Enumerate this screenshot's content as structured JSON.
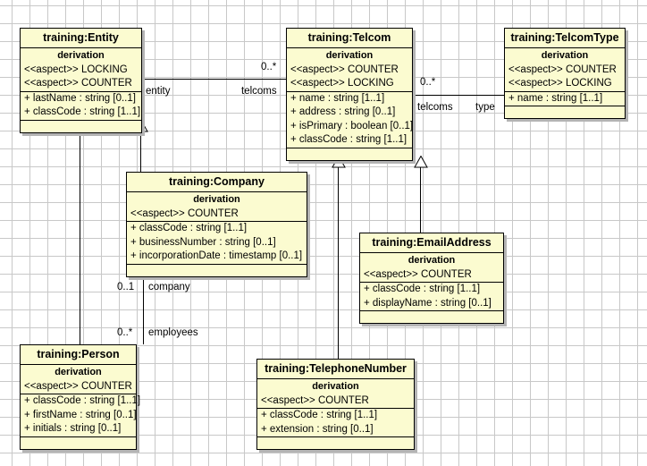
{
  "diagram": {
    "title": "UML Class Diagram",
    "background_color": "#ffffff",
    "grid_color": "#c8c8c8",
    "class_fill_color": "#fbfbd0",
    "class_border_color": "#000000",
    "shadow_color": "#b4b4b4"
  },
  "classes": [
    {
      "id": "entity",
      "name": "training:Entity",
      "compartment_label": "derivation",
      "stereotypes": [
        "<<aspect>> LOCKING",
        "<<aspect>> COUNTER"
      ],
      "attributes": [
        "+ lastName : string [0..1]",
        "+ classCode : string [1..1]"
      ]
    },
    {
      "id": "telcom",
      "name": "training:Telcom",
      "compartment_label": "derivation",
      "stereotypes": [
        "<<aspect>> COUNTER",
        "<<aspect>> LOCKING"
      ],
      "attributes": [
        "+ name : string [1..1]",
        "+ address : string [0..1]",
        "+ isPrimary : boolean [0..1]",
        "+ classCode : string [1..1]"
      ]
    },
    {
      "id": "telcomtype",
      "name": "training:TelcomType",
      "compartment_label": "derivation",
      "stereotypes": [
        "<<aspect>> COUNTER",
        "<<aspect>> LOCKING"
      ],
      "attributes": [
        "+ name : string [1..1]"
      ]
    },
    {
      "id": "company",
      "name": "training:Company",
      "compartment_label": "derivation",
      "stereotypes": [
        "<<aspect>> COUNTER"
      ],
      "attributes": [
        "+ classCode : string [1..1]",
        "+ businessNumber : string [0..1]",
        "+ incorporationDate : timestamp [0..1]"
      ]
    },
    {
      "id": "emailaddress",
      "name": "training:EmailAddress",
      "compartment_label": "derivation",
      "stereotypes": [
        "<<aspect>> COUNTER"
      ],
      "attributes": [
        "+ classCode : string [1..1]",
        "+ displayName : string [0..1]"
      ]
    },
    {
      "id": "person",
      "name": "training:Person",
      "compartment_label": "derivation",
      "stereotypes": [
        "<<aspect>> COUNTER"
      ],
      "attributes": [
        "+ classCode : string [1..1]",
        "+ firstName : string [0..1]",
        "+ initials : string [0..1]"
      ]
    },
    {
      "id": "telephonenumber",
      "name": "training:TelephoneNumber",
      "compartment_label": "derivation",
      "stereotypes": [
        "<<aspect>> COUNTER"
      ],
      "attributes": [
        "+ classCode : string [1..1]",
        "+ extension : string [0..1]"
      ]
    }
  ],
  "associations": [
    {
      "id": "entity-telcom",
      "source": "entity",
      "target": "telcom",
      "source_role": "entity",
      "target_role": "telcoms",
      "target_multiplicity": "0..*"
    },
    {
      "id": "telcom-telcomtype",
      "source": "telcom",
      "target": "telcomtype",
      "source_role": "telcoms",
      "target_role": "type",
      "target_multiplicity": "0..*"
    },
    {
      "id": "company-person",
      "source": "company",
      "target": "person",
      "source_role": "company",
      "source_multiplicity": "0..1",
      "target_role": "employees",
      "target_multiplicity": "0..*"
    }
  ],
  "generalizations": [
    {
      "id": "person-entity",
      "child": "person",
      "parent": "entity"
    },
    {
      "id": "company-entity",
      "child": "company",
      "parent": "entity"
    },
    {
      "id": "telephonenumber-telcom",
      "child": "telephonenumber",
      "parent": "telcom"
    },
    {
      "id": "emailaddress-telcom",
      "child": "emailaddress",
      "parent": "telcom"
    }
  ]
}
